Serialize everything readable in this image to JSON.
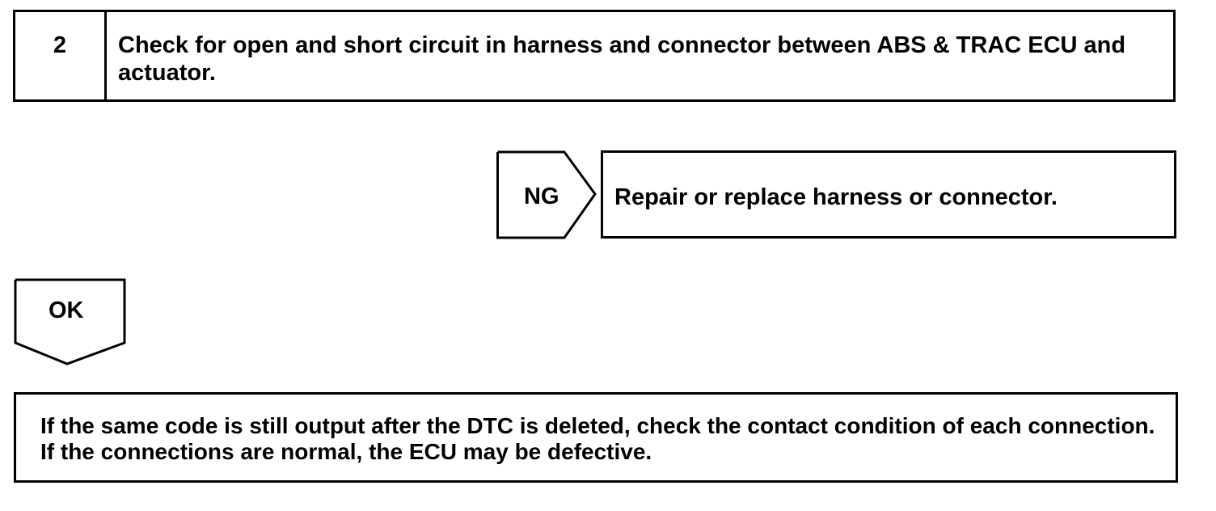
{
  "step": {
    "number": "2",
    "title": "Check for open and short circuit in harness and connector between ABS & TRAC ECU and actuator."
  },
  "ng_branch": {
    "label": "NG",
    "action": "Repair or replace harness or connector."
  },
  "ok_branch": {
    "label": "OK"
  },
  "note": {
    "text": "If the same code is still output after the DTC is deleted, check the contact condition of each connection. If the connections are normal, the ECU may be defective."
  }
}
